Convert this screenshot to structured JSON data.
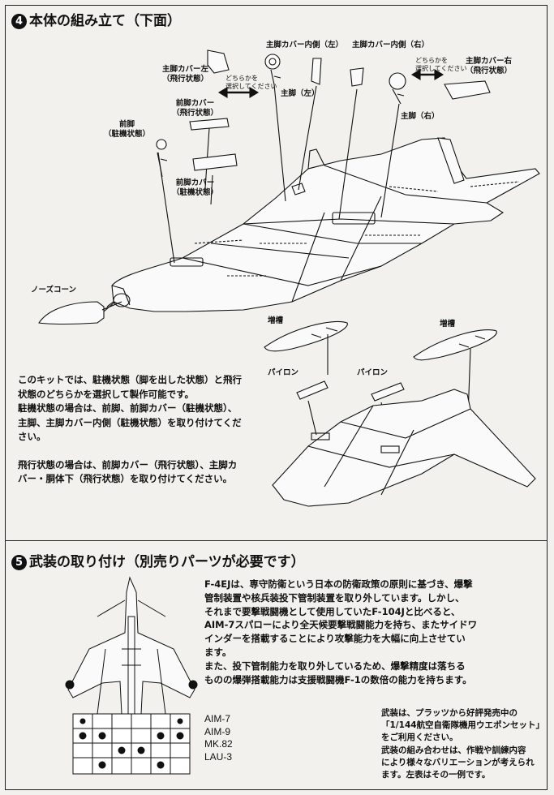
{
  "step4": {
    "number": "4",
    "title": "本体の組み立て（下面）",
    "labels": {
      "main_cover_inner_left": "主脚カバー内側（左）",
      "main_cover_inner_right": "主脚カバー内側（右）",
      "main_cover_left_flight": [
        "主脚カバー左",
        "（飛行状態）"
      ],
      "choose_either_left": [
        "どちらかを",
        "選択してください"
      ],
      "choose_either_right": [
        "どちらかを",
        "選択してください"
      ],
      "main_cover_right_flight": [
        "主脚カバー右",
        "（飛行状態）"
      ],
      "main_gear_left": "主脚（左）",
      "main_gear_right": "主脚（右）",
      "nose_cover_flight": [
        "前脚カバー",
        "（飛行状態）"
      ],
      "nose_gear": [
        "前脚",
        "（駐機状態）"
      ],
      "nose_cover_parked": [
        "前脚カバー",
        "（駐機状態）"
      ],
      "nose_cone": "ノーズコーン",
      "drop_tank_1": "増槽",
      "drop_tank_2": "増槽",
      "pylon_1": "パイロン",
      "pylon_2": "パイロン"
    },
    "paragraph1": [
      "このキットでは、駐機状態（脚を出した状態）と飛行",
      "状態のどちらかを選択して製作可能です。",
      "駐機状態の場合は、前脚、前脚カバー（駐機状態）、",
      "主脚、主脚カバー内側（駐機状態）を取り付けてくだ",
      "さい。"
    ],
    "paragraph2": [
      "飛行状態の場合は、前脚カバー（飛行状態）、主脚カ",
      "バー・胴体下（飛行状態）を取り付けてください。"
    ]
  },
  "step5": {
    "number": "5",
    "title": "武装の取り付け（別売りパーツが必要です）",
    "body": [
      "F-4EJは、専守防衛という日本の防衛政策の原則に基づき、爆撃",
      "管制装置や核兵装投下管制装置を取り外しています。しかし、",
      "それまで要撃戦闘機として使用していたF-104Jと比べると、",
      "AIM-7スパローにより全天候要撃戦闘能力を持ち、またサイドワ",
      "インダーを搭載することにより攻撃能力を大幅に向上させてい",
      "ます。",
      "また、投下管制能力を取り外しているため、爆撃精度は落ちる",
      "ものの爆弾搭載能力は支援戦闘機F-1の数倍の能力を持ちます。"
    ],
    "weapons": [
      "AIM-7",
      "AIM-9",
      "MK.82",
      "LAU-3"
    ],
    "note": [
      "武装は、プラッツから好評発売中の",
      "「1/144航空自衛隊機用ウエポンセット」",
      "をご利用ください。",
      "武装の組み合わせは、作戦や訓練内容",
      "により様々なバリエーションが考えられ",
      "ます。左表はその一例です。"
    ]
  },
  "colors": {
    "ink": "#111111",
    "paper": "#f2f1ed"
  }
}
